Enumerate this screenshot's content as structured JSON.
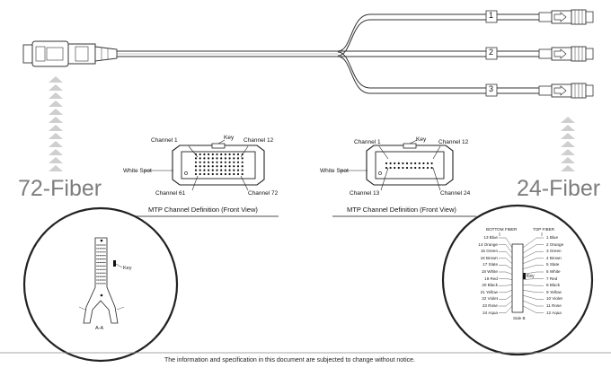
{
  "ports": [
    "1",
    "2",
    "3"
  ],
  "left": {
    "title": "72-Fiber",
    "channel_first": "Channel 1",
    "channel_row_end": "Channel 12",
    "channel_last_start": "Channel 61",
    "channel_last": "Channel 72",
    "key": "Key",
    "white_spot": "White Spot",
    "caption": "MTP Channel Definition (Front View)",
    "detail_key": "Key",
    "section": "A-A"
  },
  "right": {
    "title": "24-Fiber",
    "channel_first": "Channel 1",
    "channel_row_end": "Channel 12",
    "channel_last_start": "Channel 13",
    "channel_last": "Channel 24",
    "key": "Key",
    "white_spot": "White Spot",
    "caption": "MTP Channel Definition (Front View)",
    "bottom_fiber": "BOTTOM FIBER",
    "top_fiber": "TOP FIBER",
    "detail_key": "Key",
    "side": "Side B",
    "bottom_list": [
      "13 Blue",
      "14 Orange",
      "15 Green",
      "16 Brown",
      "17 Slate",
      "18 White",
      "19 Red",
      "20 Black",
      "21 Yellow",
      "22 Violet",
      "23 Rose",
      "24 Aqua"
    ],
    "top_list": [
      "1 Blue",
      "2 Orange",
      "3 Green",
      "4 Brown",
      "5 Slate",
      "6 White",
      "7 Red",
      "8 Black",
      "9 Yellow",
      "10 Violet",
      "11 Rose",
      "12 Aqua"
    ]
  },
  "footer": "The information and specification in this document are subjected to change without notice."
}
